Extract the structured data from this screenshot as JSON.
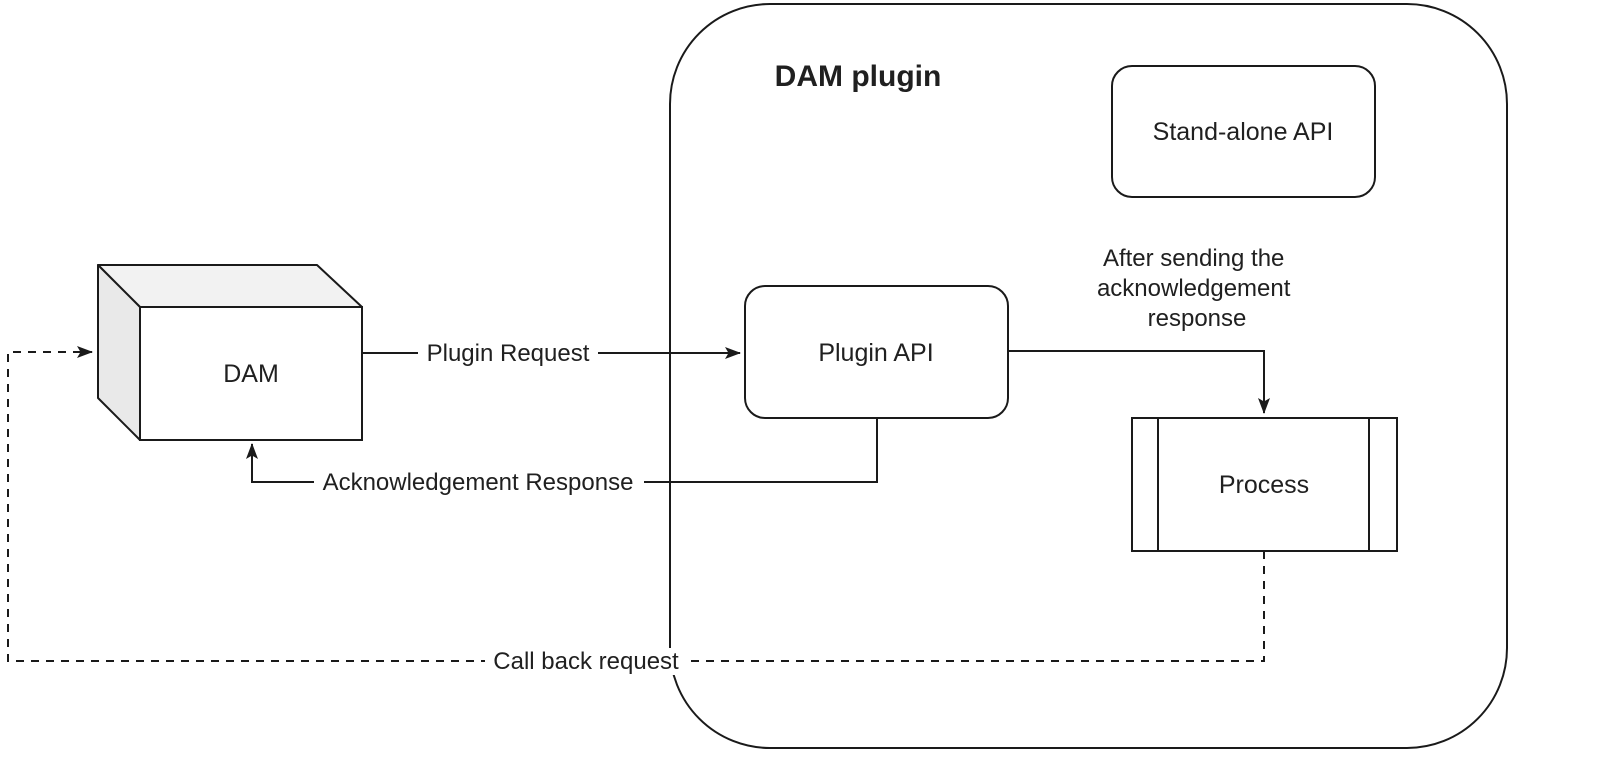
{
  "diagram": {
    "container": {
      "title": "DAM plugin"
    },
    "nodes": {
      "dam": {
        "label": "DAM",
        "shape": "cube"
      },
      "stand_alone_api": {
        "label": "Stand-alone API",
        "shape": "rounded-rect"
      },
      "plugin_api": {
        "label": "Plugin API",
        "shape": "rounded-rect"
      },
      "process": {
        "label": "Process",
        "shape": "subroutine"
      }
    },
    "edges": {
      "plugin_request": {
        "label": "Plugin Request",
        "style": "solid",
        "from": "DAM",
        "to": "Plugin API"
      },
      "acknowledgement_response": {
        "label": "Acknowledgement Response",
        "style": "solid",
        "from": "Plugin API",
        "to": "DAM"
      },
      "callback_request": {
        "label": "Call back request",
        "style": "dashed",
        "from": "Process",
        "to": "DAM"
      },
      "api_to_process": {
        "label": "",
        "style": "solid",
        "from": "Plugin API",
        "to": "Process"
      }
    },
    "annotation": {
      "line1": "After sending the",
      "line2": "acknowledgement",
      "line3": "response"
    },
    "colors": {
      "stroke": "#1a1a1a",
      "text": "#202020",
      "shape_fill": "#ffffff",
      "cube_top": "#f2f2f2",
      "cube_side": "#e9e9e9",
      "background": "#ffffff"
    }
  }
}
